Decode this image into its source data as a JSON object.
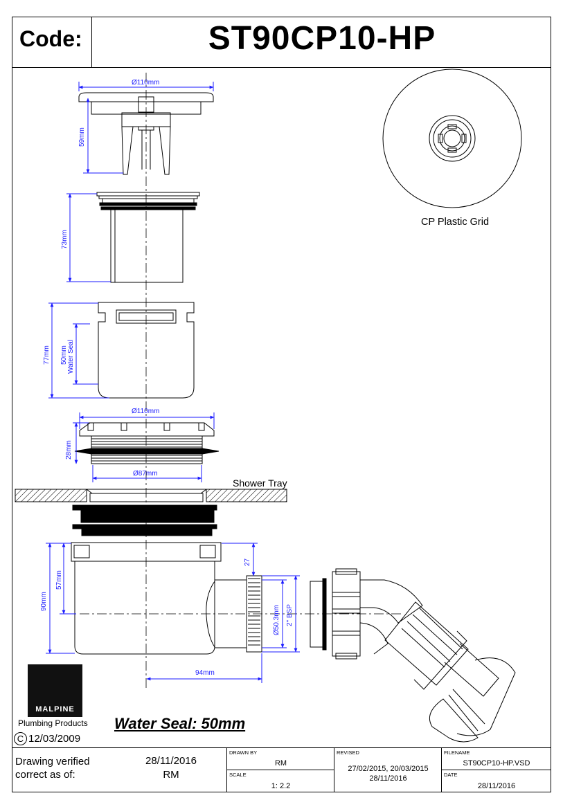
{
  "header": {
    "code_label": "Code:",
    "code_value": "ST90CP10-HP"
  },
  "dimensions": {
    "grid_diameter": "Ø110mm",
    "grid_height": "59mm",
    "body_height": "73mm",
    "trap_height": "77mm",
    "water_seal_a": "50mm",
    "water_seal_b": "Water Seal",
    "flange_diameter": "Ø110mm",
    "flange_height": "28mm",
    "thread_diameter": "Ø87mm",
    "outlet_offset": "27",
    "outlet_height": "57mm",
    "overall_height": "90mm",
    "outlet_diameter": "Ø50.3mm",
    "bsp": "2\" BSP",
    "outlet_length": "94mm"
  },
  "labels": {
    "shower_tray": "Shower Tray",
    "cp_grid": "CP Plastic Grid",
    "water_seal": "Water Seal: 50mm"
  },
  "logo": {
    "brand": "MALPINE",
    "sub": "Plumbing Products",
    "copyright_symbol": "C",
    "date": "12/03/2009"
  },
  "title_block": {
    "verified_label": "Drawing verified correct as of:",
    "verified_date": "28/11/2016",
    "verified_by": "RM",
    "drawn_by_label": "DRAWN BY",
    "drawn_by": "RM",
    "scale_label": "SCALE",
    "scale": "1: 2.2",
    "revised_label": "REVISED",
    "revised_1": "27/02/2015, 20/03/2015",
    "revised_2": "28/11/2016",
    "filename_label": "FILENAME",
    "filename": "ST90CP10-HP.VSD",
    "date_label": "DATE",
    "date": "28/11/2016"
  }
}
